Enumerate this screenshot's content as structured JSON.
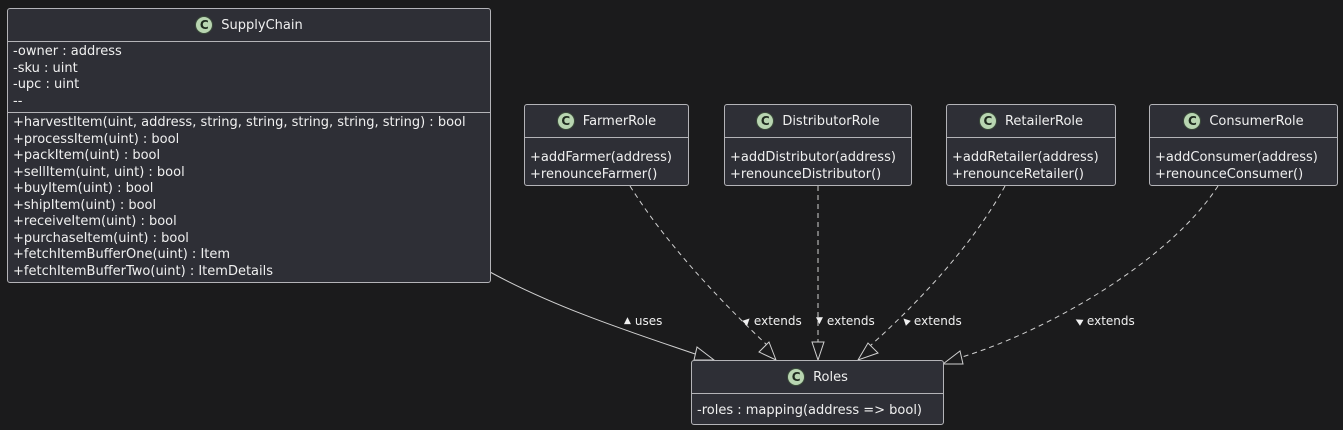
{
  "classes": {
    "supplychain": {
      "name": "SupplyChain",
      "stereotype": "C",
      "attributes": [
        "-owner : address",
        "-sku : uint",
        "-upc : uint",
        "--"
      ],
      "methods": [
        "+harvestItem(uint, address, string, string, string, string, string) : bool",
        "+processItem(uint) : bool",
        "+packItem(uint) : bool",
        "+sellItem(uint, uint) : bool",
        "+buyItem(uint) : bool",
        "+shipItem(uint) : bool",
        "+receiveItem(uint) : bool",
        "+purchaseItem(uint) : bool",
        "+fetchItemBufferOne(uint) : Item",
        "+fetchItemBufferTwo(uint) : ItemDetails"
      ]
    },
    "farmer": {
      "name": "FarmerRole",
      "stereotype": "C",
      "methods": [
        "+addFarmer(address)",
        "+renounceFarmer()"
      ]
    },
    "distributor": {
      "name": "DistributorRole",
      "stereotype": "C",
      "methods": [
        "+addDistributor(address)",
        "+renounceDistributor()"
      ]
    },
    "retailer": {
      "name": "RetailerRole",
      "stereotype": "C",
      "methods": [
        "+addRetailer(address)",
        "+renounceRetailer()"
      ]
    },
    "consumer": {
      "name": "ConsumerRole",
      "stereotype": "C",
      "methods": [
        "+addConsumer(address)",
        "+renounceConsumer()"
      ]
    },
    "roles": {
      "name": "Roles",
      "stereotype": "C",
      "attributes": [
        "-roles : mapping(address => bool)"
      ]
    }
  },
  "relations": [
    {
      "from": "SupplyChain",
      "to": "Roles",
      "label": "uses",
      "style": "solid"
    },
    {
      "from": "FarmerRole",
      "to": "Roles",
      "label": "extends",
      "style": "dashed"
    },
    {
      "from": "DistributorRole",
      "to": "Roles",
      "label": "extends",
      "style": "dashed"
    },
    {
      "from": "RetailerRole",
      "to": "Roles",
      "label": "extends",
      "style": "dashed"
    },
    {
      "from": "ConsumerRole",
      "to": "Roles",
      "label": "extends",
      "style": "dashed"
    }
  ],
  "colors": {
    "background": "#1b1b1c",
    "class_fill": "#2e2f36",
    "border": "#b4b4b8",
    "stereotype_circle": "#b8d5b1",
    "text": "#f0f0f0"
  }
}
